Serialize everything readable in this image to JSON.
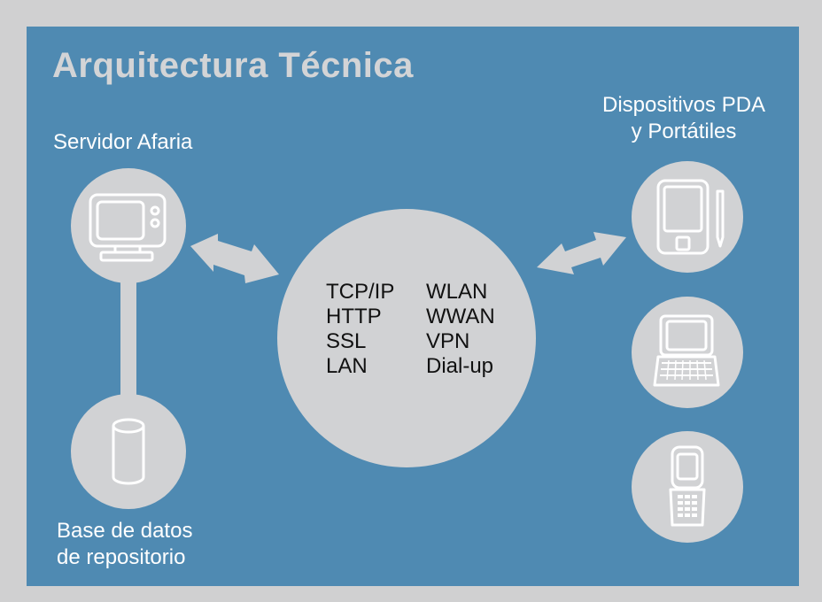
{
  "diagram": {
    "title": "Arquitectura Técnica",
    "server": {
      "label": "Servidor Afaria",
      "icon": "monitor-icon"
    },
    "database": {
      "label_lines": [
        "Base de datos",
        "de repositorio"
      ],
      "icon": "database-cylinder-icon"
    },
    "devices": {
      "label_lines": [
        "Dispositivos PDA",
        "y Portátiles"
      ],
      "items": [
        {
          "icon": "pda-icon"
        },
        {
          "icon": "laptop-icon"
        },
        {
          "icon": "mobile-phone-icon"
        }
      ]
    },
    "hub": {
      "protocols_left": [
        "TCP/IP",
        "HTTP",
        "SSL",
        "LAN"
      ],
      "protocols_right": [
        "WLAN",
        "WWAN",
        "VPN",
        "Dial-up"
      ]
    }
  },
  "colors": {
    "outer_background": "#d0d0d1",
    "panel": "#4f8ab2",
    "shapes": "#d1d2d4",
    "title": "#d3d4d6",
    "label_text": "#ffffff",
    "protocol_text": "#111111"
  }
}
